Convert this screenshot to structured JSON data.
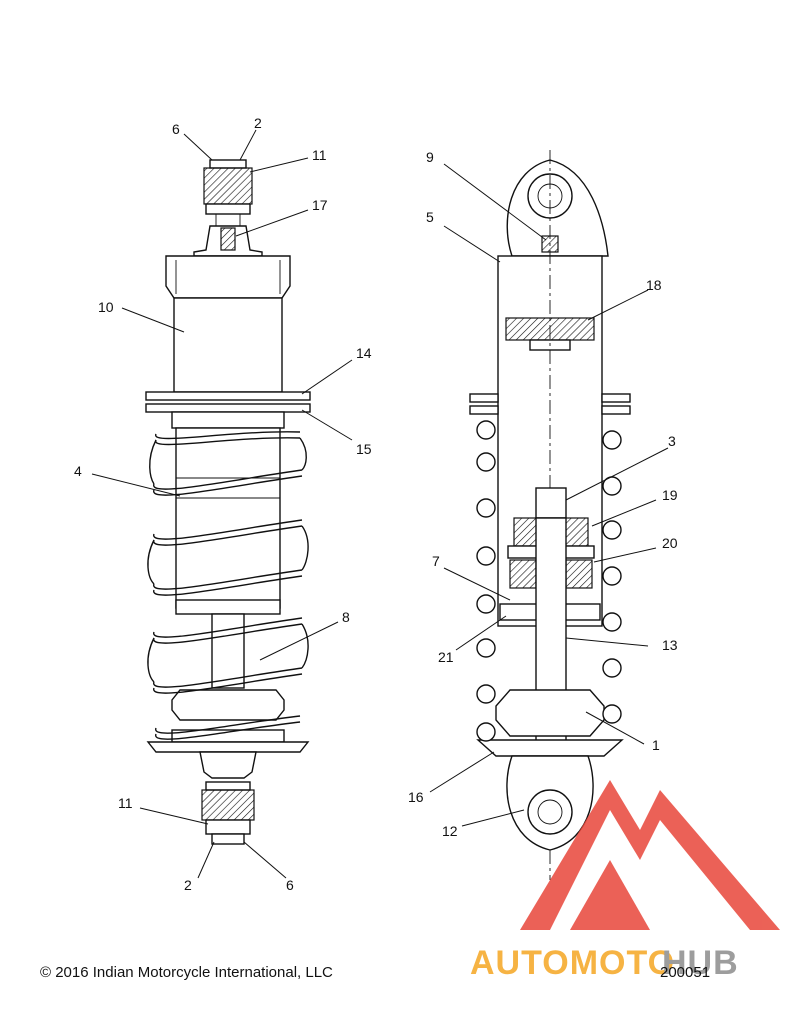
{
  "callouts": {
    "left": {
      "c6_top": "6",
      "c2_top": "2",
      "c11_top": "11",
      "c17": "17",
      "c10": "10",
      "c14": "14",
      "c15": "15",
      "c4": "4",
      "c8": "8",
      "c11_bottom": "11",
      "c2_bottom": "2",
      "c6_bottom": "6"
    },
    "right": {
      "c9": "9",
      "c5": "5",
      "c18": "18",
      "c3": "3",
      "c19": "19",
      "c20": "20",
      "c7": "7",
      "c21": "21",
      "c13": "13",
      "c1": "1",
      "c16": "16",
      "c12": "12"
    }
  },
  "footer": {
    "copyright": "© 2016 Indian Motorcycle International, LLC",
    "figure_number": "200051"
  },
  "watermark": {
    "brand_left": "AUTOMOTO",
    "brand_right": "HUB",
    "color_red": "#e8463a",
    "color_orange": "#f5a623",
    "color_gray": "#8c8c8c"
  }
}
